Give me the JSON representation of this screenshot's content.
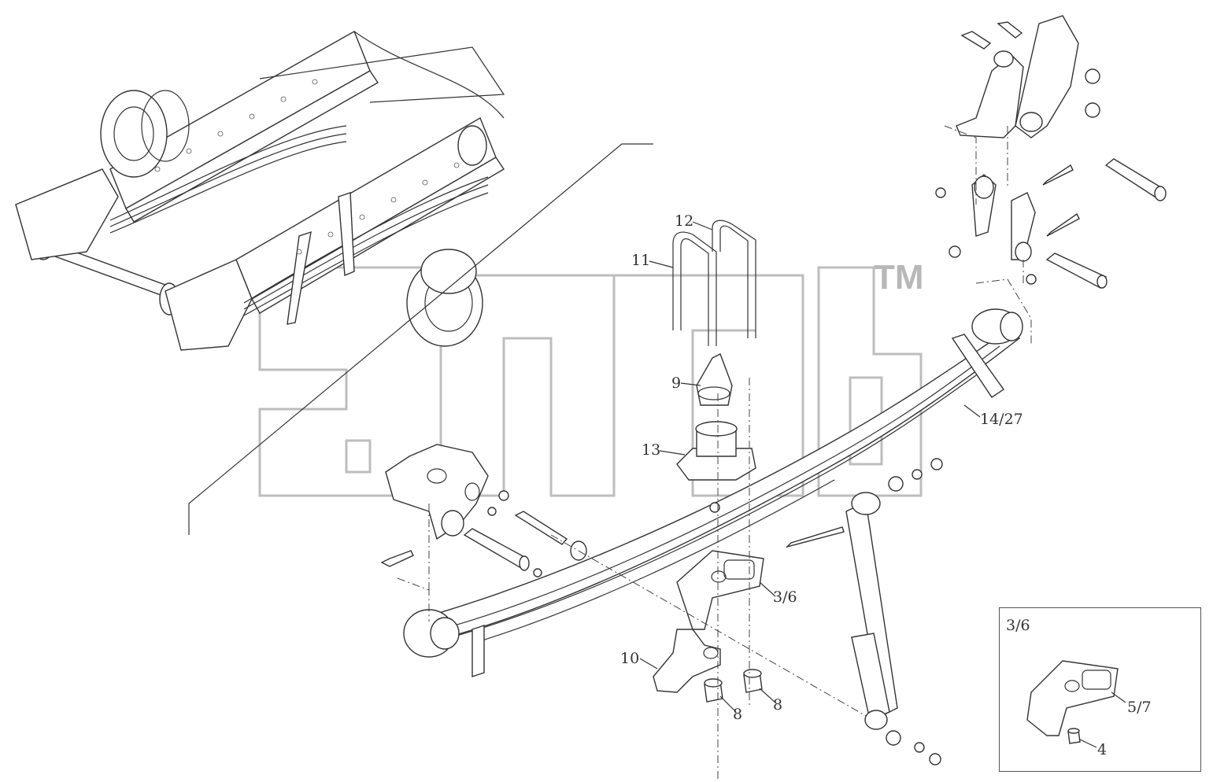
{
  "watermark": {
    "trademark": "TM"
  },
  "callouts": {
    "c11": "11",
    "c12": "12",
    "c9": "9",
    "c13": "13",
    "c14_27": "14/27",
    "c3_6": "3/6",
    "c10": "10",
    "c8a": "8",
    "c8b": "8"
  },
  "inset": {
    "title": "3/6",
    "c5_7": "5/7",
    "c4": "4"
  },
  "colors": {
    "line": "#333333",
    "watermark": "#bdbdbd"
  }
}
